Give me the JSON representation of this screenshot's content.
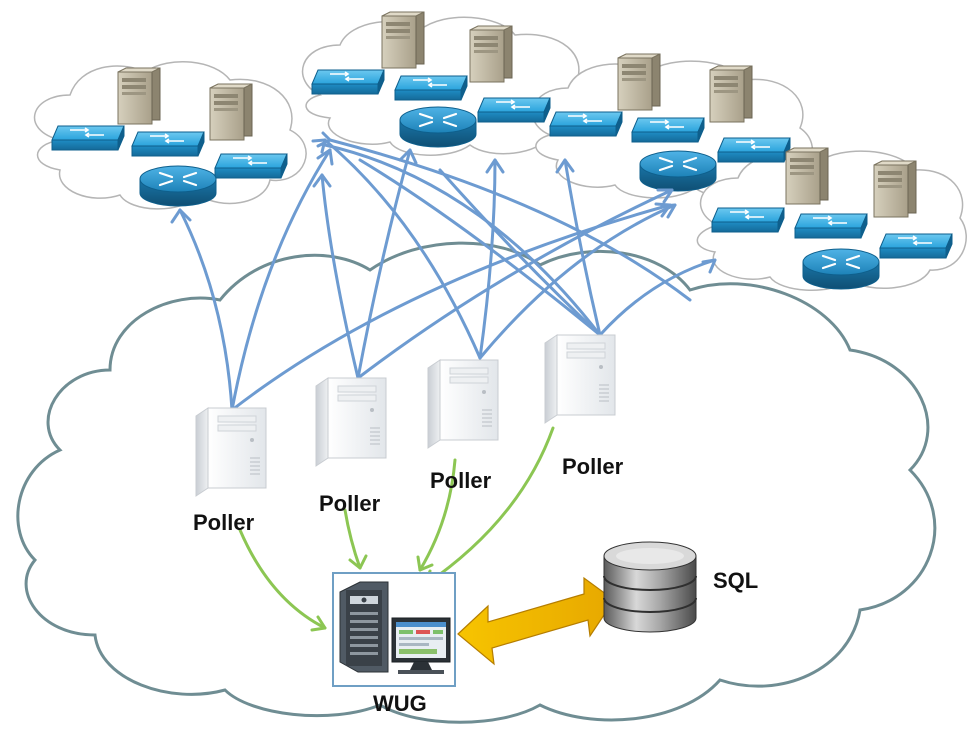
{
  "labels": {
    "poller_1": "Poller",
    "poller_2": "Poller",
    "poller_3": "Poller",
    "poller_4": "Poller",
    "central_server": "WUG",
    "database": "SQL"
  },
  "icons": {
    "network_device": "server-icon",
    "switch": "switch-icon",
    "router": "router-icon",
    "poller": "tower-server-icon",
    "central_server": "workstation-icon",
    "database": "database-icon"
  },
  "colors": {
    "cloud_stroke": "#6f8d93",
    "poll_arrow": "#6d9bd1",
    "report_arrow": "#8cc653",
    "sync_arrow": "#f2b100",
    "switch_fill": "#29a3dc",
    "router_fill": "#1b7fb3",
    "server_fill": "#bcb39c"
  }
}
